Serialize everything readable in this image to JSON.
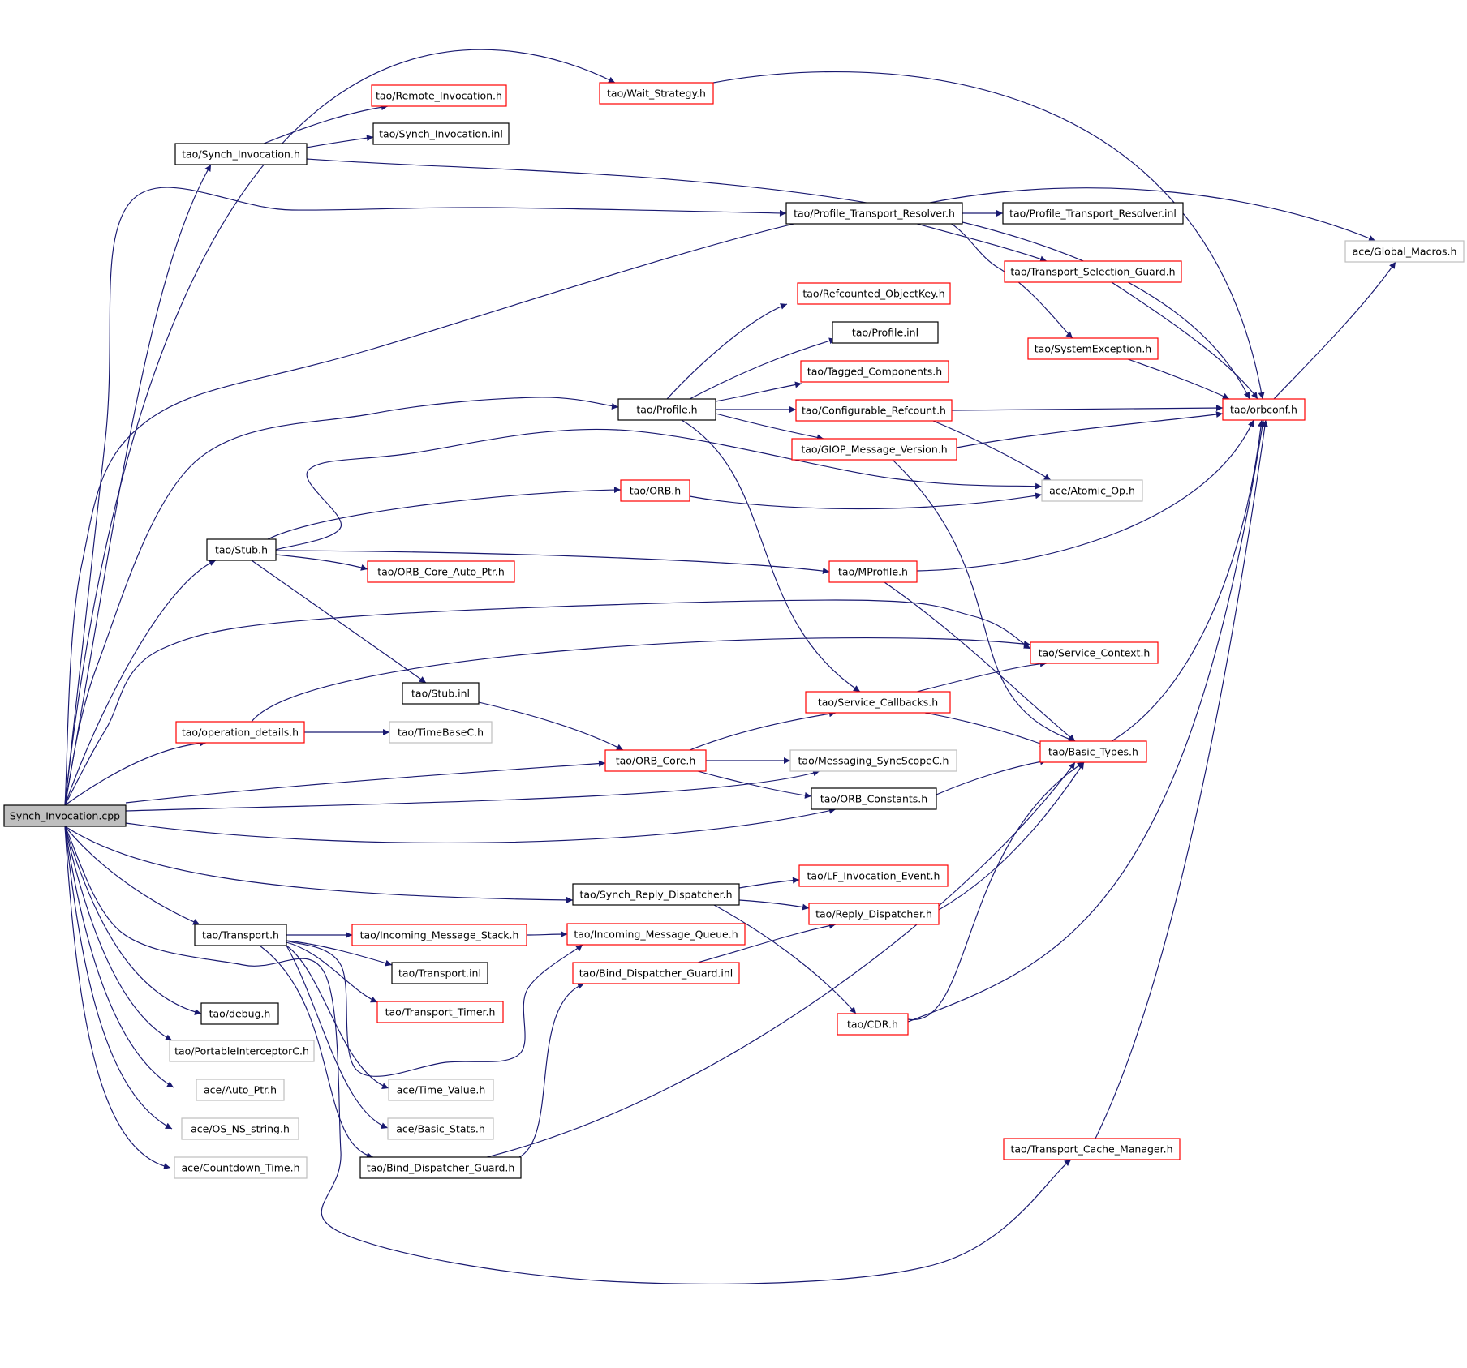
{
  "colors": {
    "edge": "#191970",
    "documented_border": "#000000",
    "undocumented_border": "#ff0000",
    "external_border": "#bfbfbf",
    "root_fill": "#bfbfbf"
  },
  "nodes": [
    {
      "id": "root",
      "label": "Synch_Invocation.cpp",
      "kind": "root"
    },
    {
      "id": "wait_strategy",
      "label": "tao/Wait_Strategy.h",
      "kind": "undocumented"
    },
    {
      "id": "remote_inv",
      "label": "tao/Remote_Invocation.h",
      "kind": "undocumented"
    },
    {
      "id": "synch_inv_inl",
      "label": "tao/Synch_Invocation.inl",
      "kind": "documented"
    },
    {
      "id": "synch_inv_h",
      "label": "tao/Synch_Invocation.h",
      "kind": "documented"
    },
    {
      "id": "ptr_h",
      "label": "tao/Profile_Transport_Resolver.h",
      "kind": "documented"
    },
    {
      "id": "ptr_inl",
      "label": "tao/Profile_Transport_Resolver.inl",
      "kind": "documented"
    },
    {
      "id": "global_macros",
      "label": "ace/Global_Macros.h",
      "kind": "external"
    },
    {
      "id": "tsg",
      "label": "tao/Transport_Selection_Guard.h",
      "kind": "undocumented"
    },
    {
      "id": "ref_objkey",
      "label": "tao/Refcounted_ObjectKey.h",
      "kind": "undocumented"
    },
    {
      "id": "profile_inl",
      "label": "tao/Profile.inl",
      "kind": "documented"
    },
    {
      "id": "sysexc",
      "label": "tao/SystemException.h",
      "kind": "undocumented"
    },
    {
      "id": "tagged",
      "label": "tao/Tagged_Components.h",
      "kind": "undocumented"
    },
    {
      "id": "profile_h",
      "label": "tao/Profile.h",
      "kind": "documented"
    },
    {
      "id": "config_ref",
      "label": "tao/Configurable_Refcount.h",
      "kind": "undocumented"
    },
    {
      "id": "orbconf",
      "label": "tao/orbconf.h",
      "kind": "undocumented"
    },
    {
      "id": "giop",
      "label": "tao/GIOP_Message_Version.h",
      "kind": "undocumented"
    },
    {
      "id": "orb_h",
      "label": "tao/ORB.h",
      "kind": "undocumented"
    },
    {
      "id": "atomic",
      "label": "ace/Atomic_Op.h",
      "kind": "external"
    },
    {
      "id": "stub_h",
      "label": "tao/Stub.h",
      "kind": "documented"
    },
    {
      "id": "orb_core_auto",
      "label": "tao/ORB_Core_Auto_Ptr.h",
      "kind": "undocumented"
    },
    {
      "id": "mprofile",
      "label": "tao/MProfile.h",
      "kind": "undocumented"
    },
    {
      "id": "service_ctx",
      "label": "tao/Service_Context.h",
      "kind": "undocumented"
    },
    {
      "id": "stub_inl",
      "label": "tao/Stub.inl",
      "kind": "documented"
    },
    {
      "id": "service_cb",
      "label": "tao/Service_Callbacks.h",
      "kind": "undocumented"
    },
    {
      "id": "op_details",
      "label": "tao/operation_details.h",
      "kind": "undocumented"
    },
    {
      "id": "timebase",
      "label": "tao/TimeBaseC.h",
      "kind": "external"
    },
    {
      "id": "basic_types",
      "label": "tao/Basic_Types.h",
      "kind": "undocumented"
    },
    {
      "id": "orb_core",
      "label": "tao/ORB_Core.h",
      "kind": "undocumented"
    },
    {
      "id": "messaging",
      "label": "tao/Messaging_SyncScopeC.h",
      "kind": "external"
    },
    {
      "id": "orb_consts",
      "label": "tao/ORB_Constants.h",
      "kind": "documented"
    },
    {
      "id": "lf_event",
      "label": "tao/LF_Invocation_Event.h",
      "kind": "undocumented"
    },
    {
      "id": "srd",
      "label": "tao/Synch_Reply_Dispatcher.h",
      "kind": "documented"
    },
    {
      "id": "reply_disp",
      "label": "tao/Reply_Dispatcher.h",
      "kind": "undocumented"
    },
    {
      "id": "transport_h",
      "label": "tao/Transport.h",
      "kind": "documented"
    },
    {
      "id": "ims",
      "label": "tao/Incoming_Message_Stack.h",
      "kind": "undocumented"
    },
    {
      "id": "imq",
      "label": "tao/Incoming_Message_Queue.h",
      "kind": "undocumented"
    },
    {
      "id": "transport_inl",
      "label": "tao/Transport.inl",
      "kind": "documented"
    },
    {
      "id": "bdg_inl",
      "label": "tao/Bind_Dispatcher_Guard.inl",
      "kind": "undocumented"
    },
    {
      "id": "debug",
      "label": "tao/debug.h",
      "kind": "documented"
    },
    {
      "id": "transport_timer",
      "label": "tao/Transport_Timer.h",
      "kind": "undocumented"
    },
    {
      "id": "cdr",
      "label": "tao/CDR.h",
      "kind": "undocumented"
    },
    {
      "id": "pic",
      "label": "tao/PortableInterceptorC.h",
      "kind": "external"
    },
    {
      "id": "auto_ptr",
      "label": "ace/Auto_Ptr.h",
      "kind": "external"
    },
    {
      "id": "time_value",
      "label": "ace/Time_Value.h",
      "kind": "external"
    },
    {
      "id": "os_ns_string",
      "label": "ace/OS_NS_string.h",
      "kind": "external"
    },
    {
      "id": "basic_stats",
      "label": "ace/Basic_Stats.h",
      "kind": "external"
    },
    {
      "id": "tcm",
      "label": "tao/Transport_Cache_Manager.h",
      "kind": "undocumented"
    },
    {
      "id": "countdown",
      "label": "ace/Countdown_Time.h",
      "kind": "external"
    },
    {
      "id": "bdg_h",
      "label": "tao/Bind_Dispatcher_Guard.h",
      "kind": "documented"
    }
  ],
  "edges": [
    {
      "from": "root",
      "to": "wait_strategy"
    },
    {
      "from": "root",
      "to": "synch_inv_h"
    },
    {
      "from": "root",
      "to": "ptr_h"
    },
    {
      "from": "root",
      "to": "sysexc"
    },
    {
      "from": "root",
      "to": "profile_h"
    },
    {
      "from": "root",
      "to": "stub_h"
    },
    {
      "from": "root",
      "to": "service_ctx"
    },
    {
      "from": "root",
      "to": "op_details"
    },
    {
      "from": "root",
      "to": "orb_core"
    },
    {
      "from": "root",
      "to": "messaging"
    },
    {
      "from": "root",
      "to": "orb_consts"
    },
    {
      "from": "root",
      "to": "srd"
    },
    {
      "from": "root",
      "to": "transport_h"
    },
    {
      "from": "root",
      "to": "debug"
    },
    {
      "from": "root",
      "to": "pic"
    },
    {
      "from": "root",
      "to": "auto_ptr"
    },
    {
      "from": "root",
      "to": "os_ns_string"
    },
    {
      "from": "root",
      "to": "countdown"
    },
    {
      "from": "root",
      "to": "tcm"
    },
    {
      "from": "synch_inv_h",
      "to": "remote_inv"
    },
    {
      "from": "synch_inv_h",
      "to": "synch_inv_inl"
    },
    {
      "from": "synch_inv_h",
      "to": "orbconf"
    },
    {
      "from": "wait_strategy",
      "to": "orbconf"
    },
    {
      "from": "ptr_h",
      "to": "ptr_inl"
    },
    {
      "from": "ptr_h",
      "to": "global_macros"
    },
    {
      "from": "ptr_h",
      "to": "tsg"
    },
    {
      "from": "tsg",
      "to": "orbconf"
    },
    {
      "from": "sysexc",
      "to": "orbconf"
    },
    {
      "from": "orbconf",
      "to": "global_macros"
    },
    {
      "from": "profile_h",
      "to": "ref_objkey"
    },
    {
      "from": "profile_h",
      "to": "profile_inl"
    },
    {
      "from": "profile_h",
      "to": "tagged"
    },
    {
      "from": "profile_h",
      "to": "config_ref"
    },
    {
      "from": "profile_h",
      "to": "giop"
    },
    {
      "from": "profile_h",
      "to": "service_cb"
    },
    {
      "from": "config_ref",
      "to": "orbconf"
    },
    {
      "from": "config_ref",
      "to": "atomic"
    },
    {
      "from": "giop",
      "to": "orbconf"
    },
    {
      "from": "giop",
      "to": "basic_types"
    },
    {
      "from": "stub_h",
      "to": "atomic"
    },
    {
      "from": "stub_h",
      "to": "orb_h"
    },
    {
      "from": "stub_h",
      "to": "orb_core_auto"
    },
    {
      "from": "stub_h",
      "to": "mprofile"
    },
    {
      "from": "stub_h",
      "to": "stub_inl"
    },
    {
      "from": "orb_h",
      "to": "atomic"
    },
    {
      "from": "mprofile",
      "to": "orbconf"
    },
    {
      "from": "mprofile",
      "to": "basic_types"
    },
    {
      "from": "stub_inl",
      "to": "orb_core"
    },
    {
      "from": "op_details",
      "to": "timebase"
    },
    {
      "from": "op_details",
      "to": "service_ctx"
    },
    {
      "from": "orb_core",
      "to": "messaging"
    },
    {
      "from": "orb_core",
      "to": "service_cb"
    },
    {
      "from": "orb_core",
      "to": "orb_consts"
    },
    {
      "from": "service_cb",
      "to": "service_ctx"
    },
    {
      "from": "service_cb",
      "to": "basic_types"
    },
    {
      "from": "orb_consts",
      "to": "basic_types"
    },
    {
      "from": "basic_types",
      "to": "orbconf"
    },
    {
      "from": "srd",
      "to": "lf_event"
    },
    {
      "from": "srd",
      "to": "reply_disp"
    },
    {
      "from": "srd",
      "to": "cdr"
    },
    {
      "from": "reply_disp",
      "to": "basic_types"
    },
    {
      "from": "cdr",
      "to": "basic_types"
    },
    {
      "from": "cdr",
      "to": "orbconf"
    },
    {
      "from": "transport_h",
      "to": "ims"
    },
    {
      "from": "transport_h",
      "to": "transport_inl"
    },
    {
      "from": "transport_h",
      "to": "transport_timer"
    },
    {
      "from": "transport_h",
      "to": "imq"
    },
    {
      "from": "transport_h",
      "to": "time_value"
    },
    {
      "from": "transport_h",
      "to": "basic_stats"
    },
    {
      "from": "transport_h",
      "to": "bdg_h"
    },
    {
      "from": "ims",
      "to": "imq"
    },
    {
      "from": "bdg_inl",
      "to": "reply_disp"
    },
    {
      "from": "bdg_h",
      "to": "bdg_inl"
    },
    {
      "from": "bdg_h",
      "to": "basic_types"
    },
    {
      "from": "tcm",
      "to": "orbconf"
    }
  ]
}
